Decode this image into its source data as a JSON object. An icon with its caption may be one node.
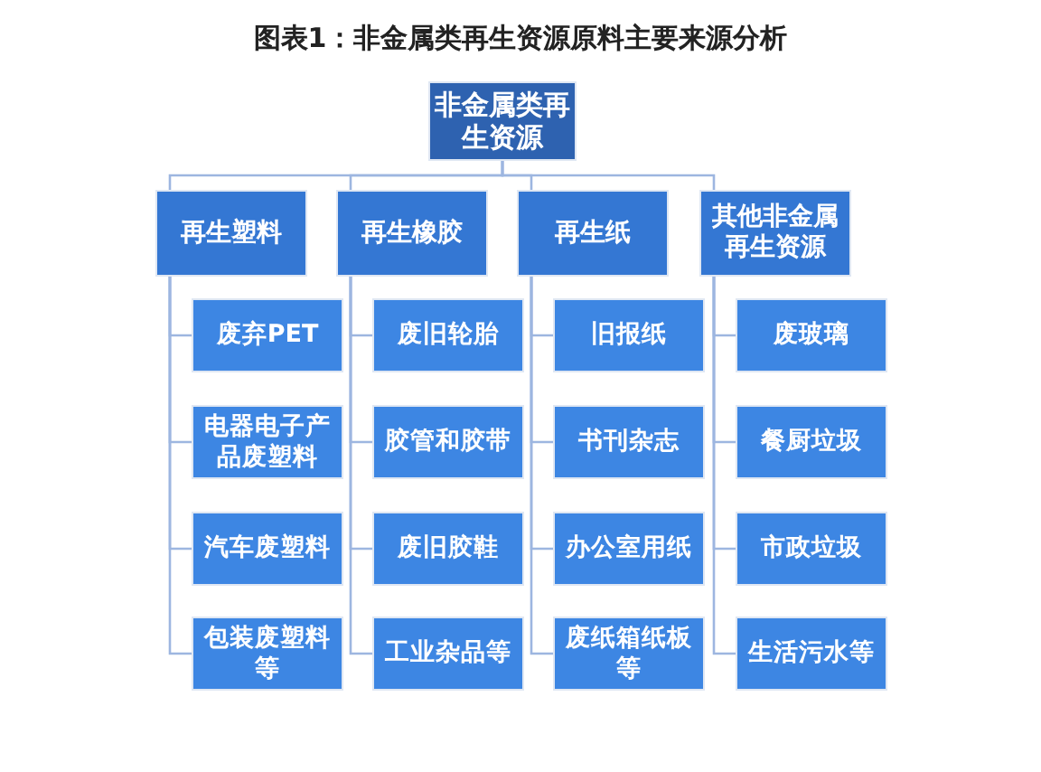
{
  "diagram": {
    "title": "图表1：非金属类再生资源原料主要来源分析",
    "nodes": [
      {
        "text": [
          "非金属类再生资源"
        ]
      },
      {
        "text": [
          "再生塑料"
        ]
      },
      {
        "text": [
          "再生橡胶"
        ]
      },
      {
        "text": [
          "再生纸"
        ]
      },
      {
        "text": [
          "其他非金属再生资源"
        ]
      },
      {
        "text": [
          "废弃PET"
        ]
      },
      {
        "text": [
          "电器电子产品废塑料"
        ]
      },
      {
        "text": [
          "汽车废塑料"
        ]
      },
      {
        "text": [
          "包装废塑料等"
        ]
      },
      {
        "text": [
          "废旧轮胎"
        ]
      },
      {
        "text": [
          "胶管和胶带"
        ]
      },
      {
        "text": [
          "废旧胶鞋"
        ]
      },
      {
        "text": [
          "工业杂品等"
        ]
      },
      {
        "text": [
          "旧报纸"
        ]
      },
      {
        "text": [
          "书刊杂志"
        ]
      },
      {
        "text": [
          "办公室用纸"
        ]
      },
      {
        "text": [
          "废纸箱纸板等"
        ]
      },
      {
        "text": [
          "废玻璃"
        ]
      },
      {
        "text": [
          "餐厨垃圾"
        ]
      },
      {
        "text": [
          "市政垃圾"
        ]
      },
      {
        "text": [
          "生活污水等"
        ]
      }
    ],
    "edges": [
      {
        "from": 0,
        "to": 1,
        "arrow": "none"
      },
      {
        "from": 0,
        "to": 2,
        "arrow": "none"
      },
      {
        "from": 0,
        "to": 3,
        "arrow": "none"
      },
      {
        "from": 0,
        "to": 4,
        "arrow": "none"
      },
      {
        "from": 1,
        "to": 5,
        "arrow": "none"
      },
      {
        "from": 1,
        "to": 6,
        "arrow": "none"
      },
      {
        "from": 1,
        "to": 7,
        "arrow": "none"
      },
      {
        "from": 1,
        "to": 8,
        "arrow": "none"
      },
      {
        "from": 2,
        "to": 9,
        "arrow": "none"
      },
      {
        "from": 2,
        "to": 10,
        "arrow": "none"
      },
      {
        "from": 2,
        "to": 11,
        "arrow": "none"
      },
      {
        "from": 2,
        "to": 12,
        "arrow": "none"
      },
      {
        "from": 3,
        "to": 13,
        "arrow": "none"
      },
      {
        "from": 3,
        "to": 14,
        "arrow": "none"
      },
      {
        "from": 3,
        "to": 15,
        "arrow": "none"
      },
      {
        "from": 3,
        "to": 16,
        "arrow": "none"
      },
      {
        "from": 4,
        "to": 17,
        "arrow": "none"
      },
      {
        "from": 4,
        "to": 18,
        "arrow": "none"
      },
      {
        "from": 4,
        "to": 19,
        "arrow": "none"
      },
      {
        "from": 4,
        "to": 20,
        "arrow": "none"
      }
    ]
  }
}
